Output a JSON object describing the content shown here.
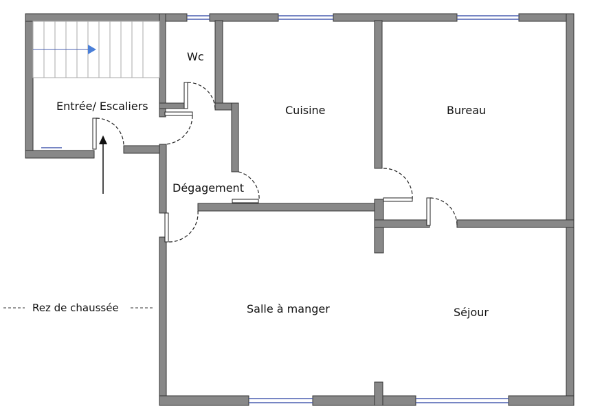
{
  "plan": {
    "level_label": "Rez de chaussée",
    "rooms": {
      "entree": "Entrée/ Escaliers",
      "wc": "Wc",
      "cuisine": "Cuisine",
      "bureau": "Bureau",
      "degagement": "Dégagement",
      "salle_a_manger": "Salle à manger",
      "sejour": "Séjour"
    }
  },
  "colors": {
    "wall_fill": "#888888",
    "window": "#4a5fb0",
    "stair_arrow": "#4a7fd8"
  }
}
